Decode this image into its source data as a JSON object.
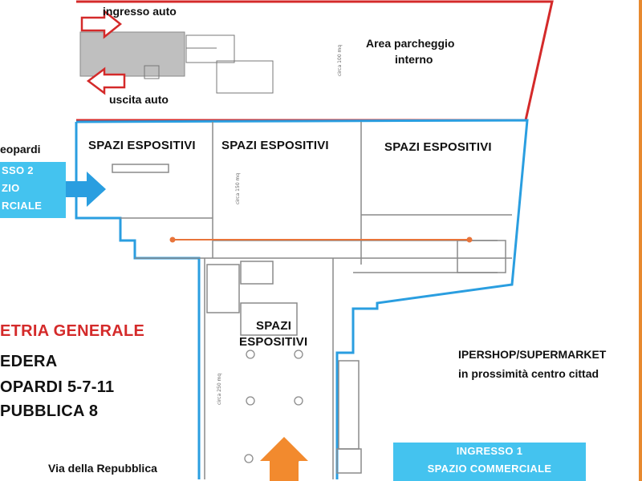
{
  "labels": {
    "ingresso_auto": "ingresso auto",
    "uscita_auto": "uscita auto",
    "parking_line1": "Area parcheggio",
    "parking_line2": "interno",
    "via_leopardi_partial": "eopardi",
    "room_1": "SPAZI ESPOSITIVI",
    "room_2": "SPAZI ESPOSITIVI",
    "room_3": "SPAZI ESPOSITIVI",
    "room_4_line1": "SPAZI",
    "room_4_line2": "ESPOSITIVI",
    "dim_top": "circa 100 mq",
    "dim_middle": "circa 150 mq",
    "dim_bottom": "circa 250 mq"
  },
  "entrance_2": {
    "line1": "SSO 2",
    "line2": "ZIO",
    "line3": "RCIALE"
  },
  "legend": {
    "title": "ETRIA GENERALE",
    "addr1": "EDERA",
    "addr2": "OPARDI 5-7-11",
    "addr3": "PUBBLICA 8"
  },
  "street_bottom": "Via della Repubblica",
  "ipershop": {
    "line1": "IPERSHOP/SUPERMARKET",
    "line2": "in prossimità centro cittad"
  },
  "entrance_1": {
    "line1": "INGRESSO 1",
    "line2": "SPAZIO COMMERCIALE"
  },
  "colors": {
    "outline_blue": "#2a9ee0",
    "outline_red": "#d42a2a",
    "arrow_blue": "#2a9ee0",
    "arrow_orange": "#f28a2e",
    "measure_line": "#e8743a",
    "box_blue": "#44c3ef"
  }
}
